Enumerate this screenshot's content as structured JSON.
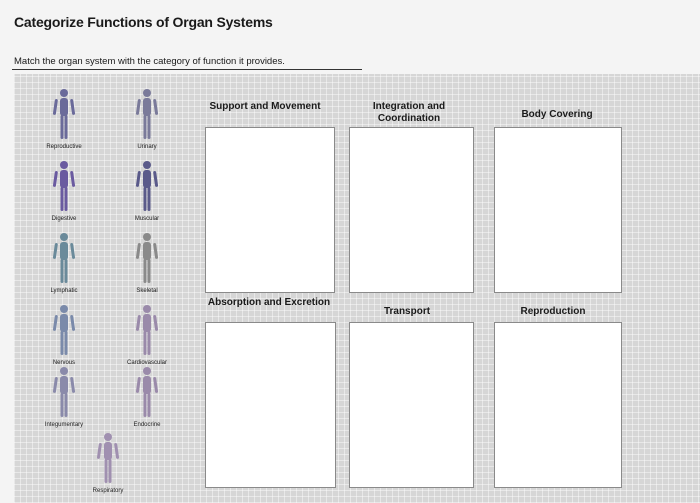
{
  "title": "Categorize Functions of Organ Systems",
  "instruction": "Match the organ system with the category of function it provides.",
  "organ_systems": [
    {
      "label": "Reproductive",
      "color": "#6a6a9a"
    },
    {
      "label": "Urinary",
      "color": "#7a7a9a"
    },
    {
      "label": "Digestive",
      "color": "#6a5aa0"
    },
    {
      "label": "Muscular",
      "color": "#5a5a8a"
    },
    {
      "label": "Lymphatic",
      "color": "#6a8a9a"
    },
    {
      "label": "Skeletal",
      "color": "#8a8a8a"
    },
    {
      "label": "Nervous",
      "color": "#7a8aaa"
    },
    {
      "label": "Cardiovascular",
      "color": "#9a8aaa"
    },
    {
      "label": "Integumentary",
      "color": "#8a8aaa"
    },
    {
      "label": "Endocrine",
      "color": "#9a8aaa"
    },
    {
      "label": "Respiratory",
      "color": "#a090b0"
    }
  ],
  "categories": [
    {
      "label": "Support and Movement"
    },
    {
      "label": "Integration and Coordination"
    },
    {
      "label": "Body Covering"
    },
    {
      "label": "Absorption and Excretion"
    },
    {
      "label": "Transport"
    },
    {
      "label": "Reproduction"
    }
  ]
}
